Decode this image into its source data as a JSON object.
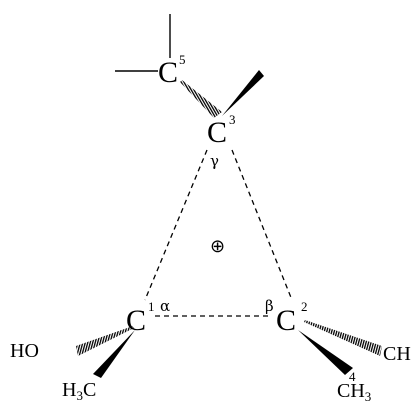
{
  "atoms": {
    "c1": {
      "symbol": "C",
      "superscript": "1"
    },
    "c2": {
      "symbol": "C",
      "superscript": "2"
    },
    "c3": {
      "symbol": "C",
      "superscript": "3"
    },
    "c5": {
      "symbol": "C",
      "superscript": "5"
    },
    "c4": {
      "symbol": "CH",
      "subscript": "3",
      "superscript": "4"
    },
    "ho": {
      "symbol": "HO"
    },
    "h3c": {
      "prefix": "H",
      "subscript": "3",
      "suffix": "C"
    },
    "ch3_right": {
      "symbol": "CH"
    }
  },
  "angles": {
    "alpha": "α",
    "beta": "β",
    "gamma": "γ"
  },
  "charge": "⊕"
}
